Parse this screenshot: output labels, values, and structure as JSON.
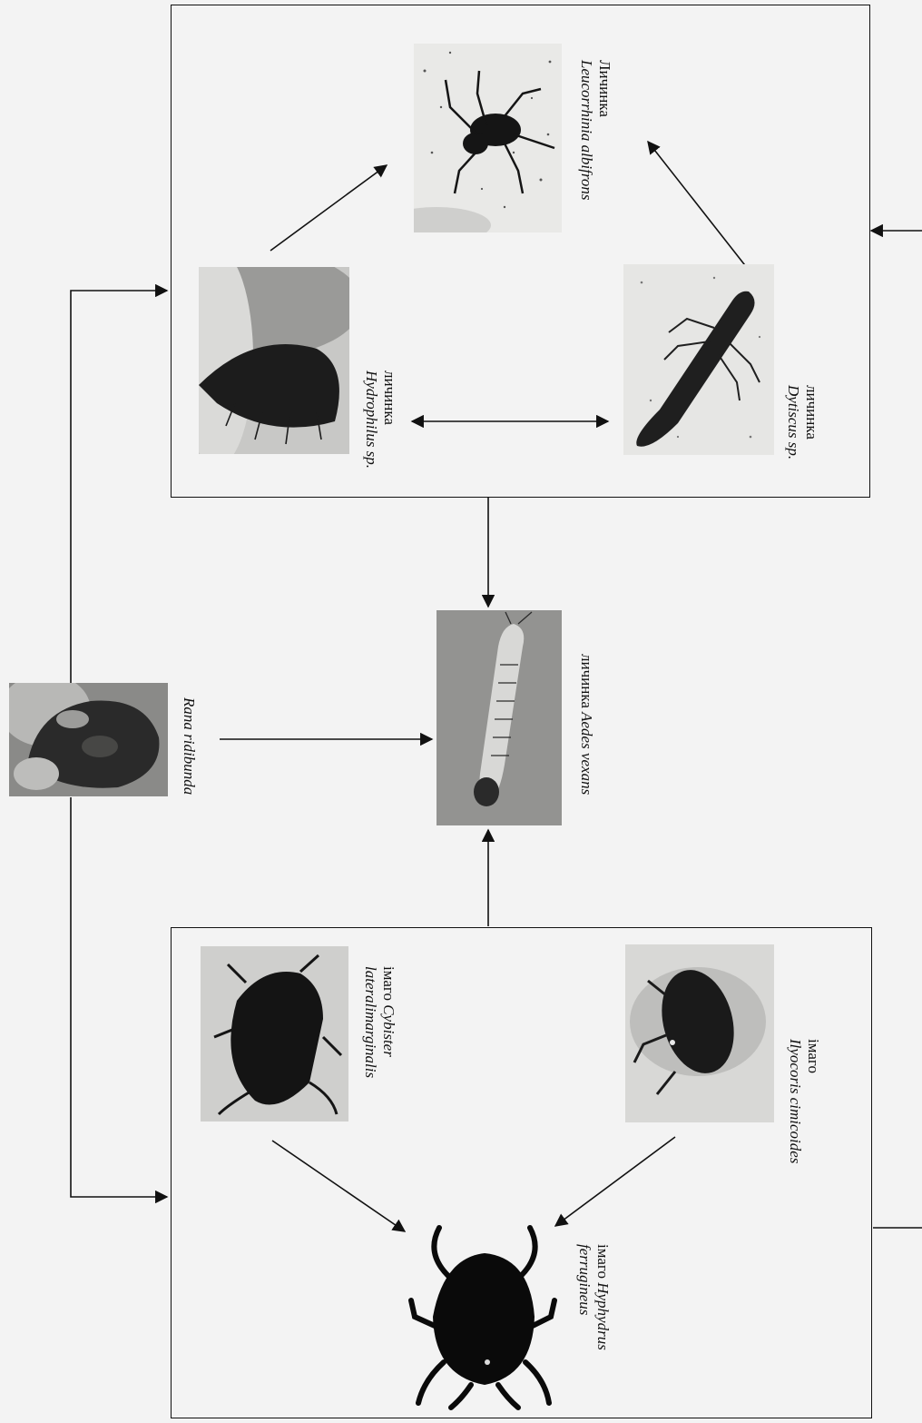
{
  "nodes": {
    "leucorrhinia": {
      "line1": "Личинка",
      "line2": "Leucorrhinia albifrons",
      "icon": "dragonfly-larva-photo"
    },
    "hydrophilus": {
      "line1": "личинка",
      "line2": "Hydrophilus sp.",
      "icon": "hydrophilus-larva-photo"
    },
    "dytiscus": {
      "line1": "личинка",
      "line2": "Dytiscus sp.",
      "icon": "dytiscus-larva-photo"
    },
    "aedes": {
      "prefix": "личинка ",
      "name": "Aedes vexans",
      "icon": "mosquito-larva-photo"
    },
    "rana": {
      "name": "Rana ridibunda",
      "icon": "frog-photo"
    },
    "cybister": {
      "line1_prefix": "імаго ",
      "line1_name": "Cybister",
      "line2": "lateralimarginalis",
      "icon": "cybister-beetle-photo"
    },
    "ilyocoris": {
      "line1": "імаго",
      "line2": "Ilyocoris cimicoides",
      "icon": "ilyocoris-bug-photo"
    },
    "hyphydrus": {
      "line1_prefix": "імаго ",
      "line1_name": "Hyphydrus",
      "line2": "ferrugineus",
      "icon": "hyphydrus-beetle-silhouette"
    }
  },
  "colors": {
    "ink": "#111111",
    "background": "#f3f3f3"
  }
}
